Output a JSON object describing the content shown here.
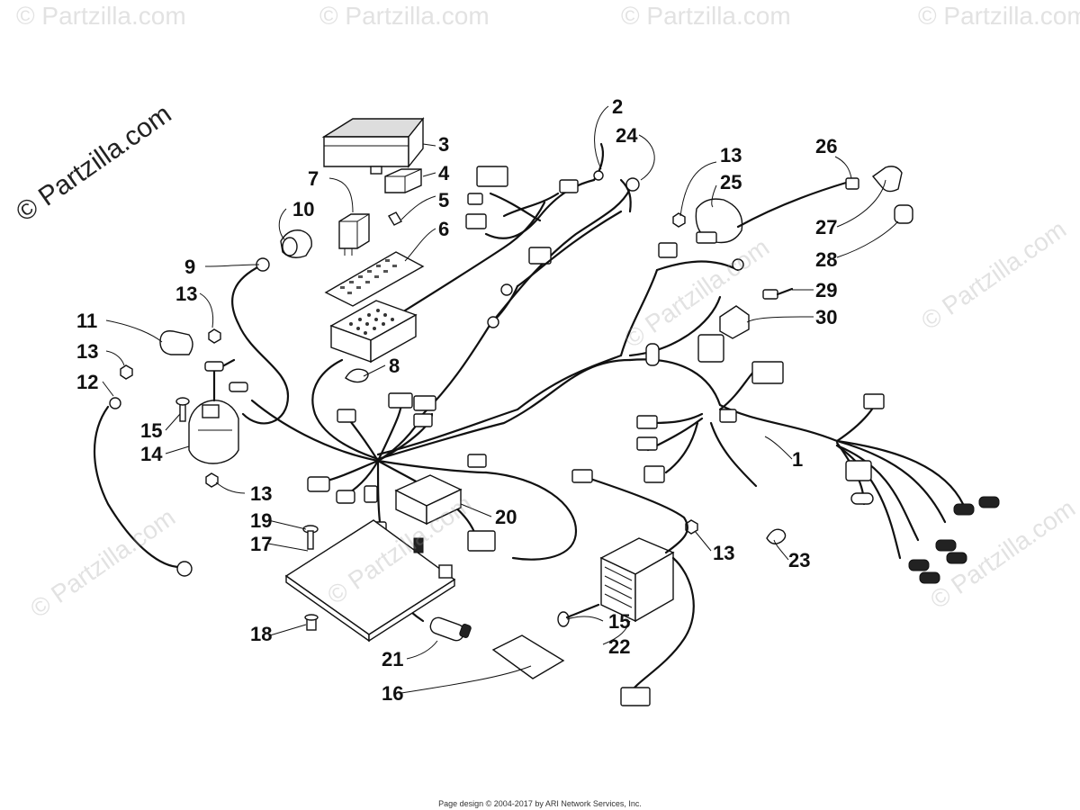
{
  "watermark": {
    "main": "© Partzilla.com",
    "faint": "© Partzilla.com"
  },
  "callouts": [
    {
      "id": "c1",
      "label": "1"
    },
    {
      "id": "c2",
      "label": "2"
    },
    {
      "id": "c24",
      "label": "24"
    },
    {
      "id": "c3",
      "label": "3"
    },
    {
      "id": "c4",
      "label": "4"
    },
    {
      "id": "c5",
      "label": "5"
    },
    {
      "id": "c6",
      "label": "6"
    },
    {
      "id": "c7",
      "label": "7"
    },
    {
      "id": "c10",
      "label": "10"
    },
    {
      "id": "c9",
      "label": "9"
    },
    {
      "id": "c13a",
      "label": "13"
    },
    {
      "id": "c11",
      "label": "11"
    },
    {
      "id": "c13b",
      "label": "13"
    },
    {
      "id": "c12",
      "label": "12"
    },
    {
      "id": "c15a",
      "label": "15"
    },
    {
      "id": "c14",
      "label": "14"
    },
    {
      "id": "c13c",
      "label": "13"
    },
    {
      "id": "c8",
      "label": "8"
    },
    {
      "id": "c19",
      "label": "19"
    },
    {
      "id": "c17",
      "label": "17"
    },
    {
      "id": "c18",
      "label": "18"
    },
    {
      "id": "c20",
      "label": "20"
    },
    {
      "id": "c21",
      "label": "21"
    },
    {
      "id": "c16",
      "label": "16"
    },
    {
      "id": "c13d",
      "label": "13"
    },
    {
      "id": "c25",
      "label": "25"
    },
    {
      "id": "c26",
      "label": "26"
    },
    {
      "id": "c27",
      "label": "27"
    },
    {
      "id": "c28",
      "label": "28"
    },
    {
      "id": "c29",
      "label": "29"
    },
    {
      "id": "c30",
      "label": "30"
    },
    {
      "id": "c13e",
      "label": "13"
    },
    {
      "id": "c15b",
      "label": "15"
    },
    {
      "id": "c22",
      "label": "22"
    },
    {
      "id": "c23",
      "label": "23"
    }
  ],
  "footer": "Page design © 2004-2017 by ARI Network Services, Inc."
}
